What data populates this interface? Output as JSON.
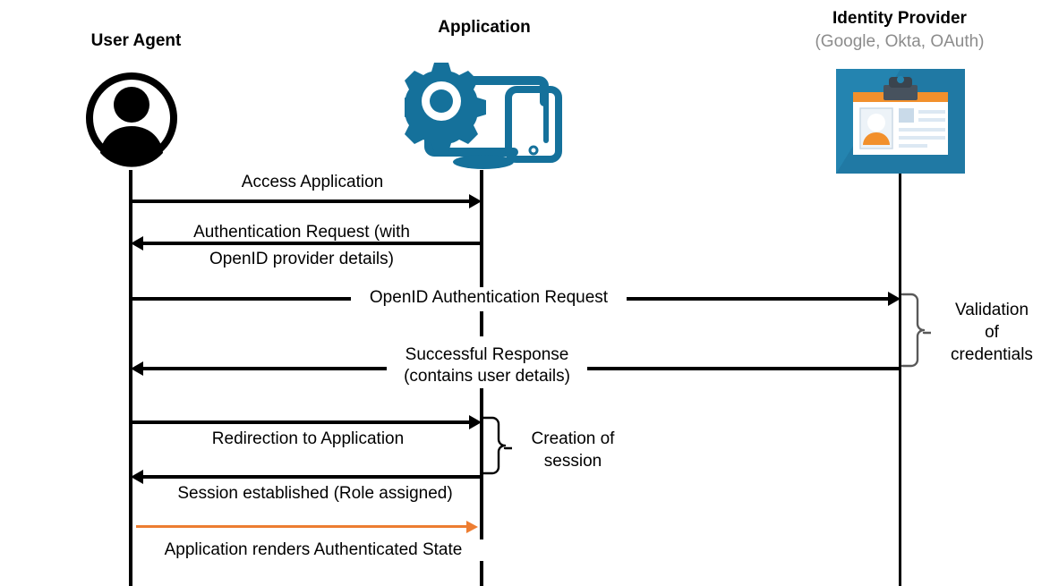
{
  "diagram": {
    "title": "OpenID Connect authentication sequence diagram",
    "background_color": "#ffffff",
    "accent_orange": "#ED7D31",
    "accent_blue": "#15719B",
    "idp_tile_blue": "#2484B0"
  },
  "participants": [
    {
      "id": "user-agent",
      "title": "User Agent",
      "subtitle": "",
      "icon": "user-avatar-icon"
    },
    {
      "id": "application",
      "title": "Application",
      "subtitle": "",
      "icon": "gear-monitor-phone-icon"
    },
    {
      "id": "identity-provider",
      "title": "Identity Provider",
      "subtitle": "(Google, Okta, OAuth)",
      "icon": "id-badge-icon"
    }
  ],
  "messages": [
    {
      "id": "access-application",
      "label_line1": "Access Application",
      "label_line2": "",
      "from": "user-agent",
      "to": "application",
      "direction": "right",
      "color": "#000000"
    },
    {
      "id": "authentication-request",
      "label_line1": "Authentication Request (with",
      "label_line2": "OpenID provider details)",
      "from": "application",
      "to": "user-agent",
      "direction": "left",
      "color": "#000000"
    },
    {
      "id": "openid-authentication-request",
      "label_line1": "OpenID Authentication Request",
      "label_line2": "",
      "from": "user-agent",
      "to": "identity-provider",
      "direction": "right",
      "color": "#000000"
    },
    {
      "id": "successful-response",
      "label_line1": "Successful Response",
      "label_line2": "(contains user details)",
      "from": "identity-provider",
      "to": "user-agent",
      "direction": "left",
      "color": "#000000"
    },
    {
      "id": "redirection-to-application",
      "label_line1": "Redirection to Application",
      "label_line2": "",
      "from": "user-agent",
      "to": "application",
      "direction": "right",
      "color": "#000000"
    },
    {
      "id": "session-established",
      "label_line1": "Session established (Role assigned)",
      "label_line2": "",
      "from": "application",
      "to": "user-agent",
      "direction": "left",
      "color": "#000000"
    },
    {
      "id": "application-renders-authenticated-state",
      "label_line1": "Application renders Authenticated State",
      "label_line2": "",
      "from": "user-agent",
      "to": "application",
      "direction": "right",
      "color": "#ED7D31"
    }
  ],
  "notes": [
    {
      "id": "validation-of-credentials",
      "line1": "Validation",
      "line2": "of",
      "line3": "credentials",
      "brace_color": "#595959",
      "anchor": "identity-provider"
    },
    {
      "id": "creation-of-session",
      "line1": "Creation of",
      "line2": "session",
      "line3": "",
      "brace_color": "#000000",
      "anchor": "application"
    }
  ]
}
